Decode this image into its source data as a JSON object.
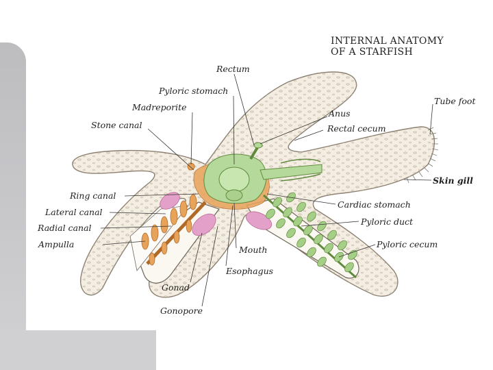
{
  "title": {
    "line1": "INTERNAL ANATOMY",
    "line2": "OF A STARFISH"
  },
  "labels": {
    "rectum": "Rectum",
    "pyloric_stomach": "Pyloric stomach",
    "madreporite": "Madreporite",
    "stone_canal": "Stone canal",
    "anus": "Anus",
    "rectal_cecum": "Rectal cecum",
    "tube_foot": "Tube foot",
    "skin_gill": "Skin gill",
    "ring_canal": "Ring canal",
    "lateral_canal": "Lateral canal",
    "radial_canal": "Radial canal",
    "ampulla": "Ampulla",
    "cardiac_stomach": "Cardiac stomach",
    "pyloric_duct": "Pyloric duct",
    "pyloric_cecum": "Pyloric cecum",
    "mouth": "Mouth",
    "esophagus": "Esophagus",
    "gonad": "Gonad",
    "gonopore": "Gonopore"
  },
  "colors": {
    "body": "#f4ede2",
    "body_outline": "#8a7f70",
    "digestive": "#b5d99a",
    "digestive_outline": "#5f8a3e",
    "water_vascular": "#e8a35a",
    "gonad": "#e3a0c8",
    "leader": "#333333"
  }
}
